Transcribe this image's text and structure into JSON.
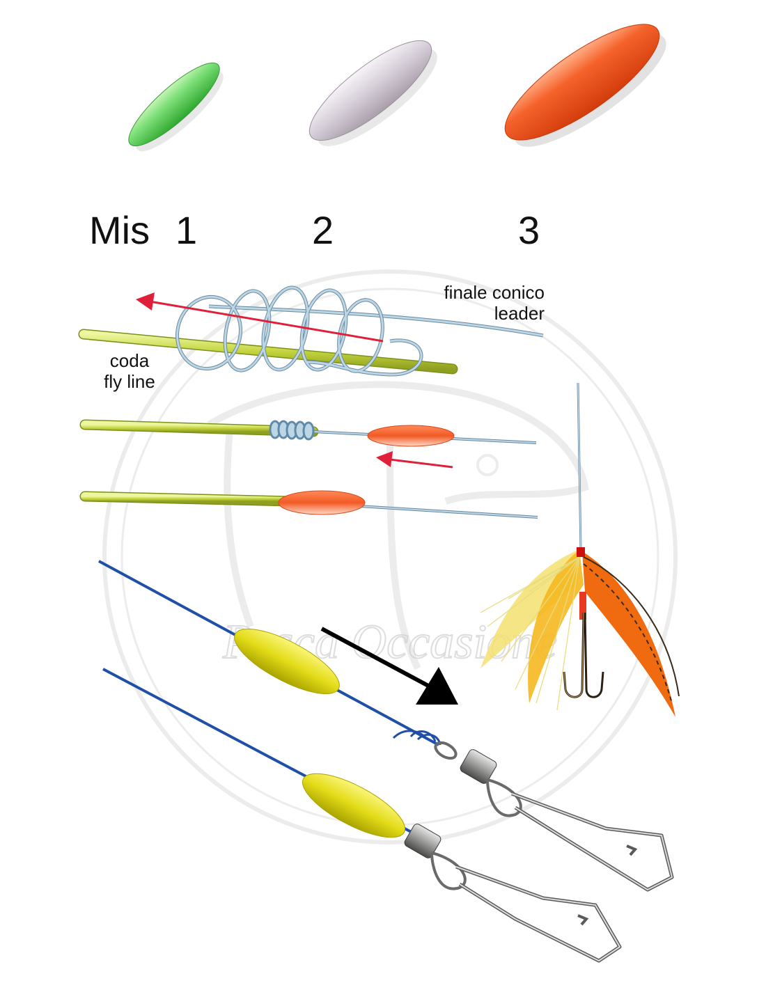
{
  "sizes": {
    "prefix": "Mis",
    "labels": [
      "1",
      "2",
      "3"
    ]
  },
  "labels": {
    "leader_line1": "finale conico",
    "leader_line2": "leader",
    "flyline_line1": "coda",
    "flyline_line2": "fly line"
  },
  "watermark": "Pesca Occasione",
  "colors": {
    "green_bead": "#5fcf5f",
    "white_bead": "#d9d2dc",
    "orange_bead": "#f2561e",
    "fly_line": "#c9d94a",
    "leader": "#a9c8dc",
    "arrow_red": "#e0203a",
    "blue_line": "#1f4fa8",
    "yellow_bead": "#e6e020",
    "arrow_black": "#000000"
  }
}
